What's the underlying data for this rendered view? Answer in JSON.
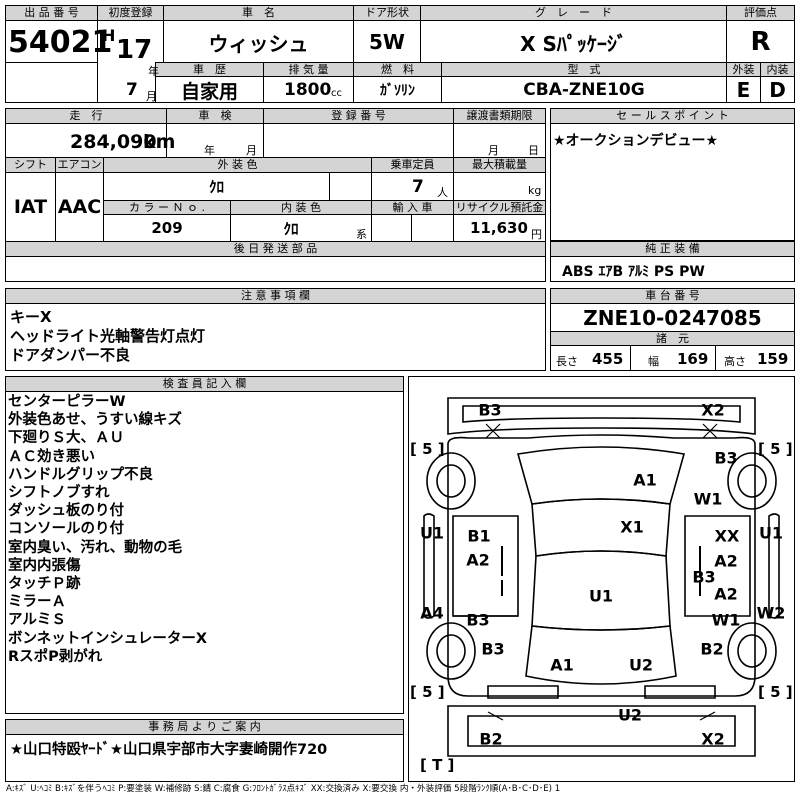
{
  "header": {
    "lot_label": "出 品 番 号",
    "lot_number": "54021",
    "first_reg_label": "初度登録",
    "era": "H",
    "year": "17",
    "year_unit": "年",
    "month": "7",
    "month_unit": "月",
    "name_label": "車　名",
    "car_name": "ウィッシュ",
    "door_label": "ドア形状",
    "door": "5W",
    "grade_label": "グ　レ　ー　ド",
    "grade": "X Sﾊﾟｯｹｰｼﾞ",
    "score_label": "評価点",
    "score": "R",
    "ext_label": "外装",
    "int_label": "内装",
    "ext": "E",
    "int": "D",
    "history_label": "車　歴",
    "history": "自家用",
    "displacement_label": "排 気 量",
    "displacement": "1800",
    "displacement_unit": "cc",
    "fuel_label": "燃　料",
    "fuel": "ｶﾞｿﾘﾝ",
    "model_label": "型　式",
    "model": "CBA-ZNE10G"
  },
  "row2": {
    "mileage_label": "走　行",
    "mileage": "284,090",
    "mileage_unit": "km",
    "inspection_label": "車　検",
    "inspection_year_unit": "年",
    "inspection_month_unit": "月",
    "plate_label": "登 録 番 号",
    "transfer_label": "譲渡書類期限",
    "transfer_month_unit": "月",
    "transfer_day_unit": "日",
    "shift_label": "シフト",
    "shift": "IAT",
    "ac_label": "エアコン",
    "ac": "AAC",
    "color_label": "外 装 色",
    "color": "ｸﾛ",
    "capacity_label": "乗車定員",
    "capacity": "7",
    "capacity_unit": "人",
    "maxload_label": "最大積載量",
    "maxload_unit": "kg",
    "colorno_label": "カ ラ ー Ｎ ｏ .",
    "color_no": "209",
    "interior_label": "内 装 色",
    "interior_color": "ｸﾛ",
    "interior_unit": "系",
    "import_label": "輸 入 車",
    "recycle_label": "リサイクル預託金",
    "recycle": "11,630",
    "recycle_unit": "円",
    "later_parts_label": "後 日 発 送 部 品"
  },
  "sales_point": {
    "label": "セ ー ル ス ポ イ ン ト",
    "text": "★オークションデビュー★"
  },
  "equipment": {
    "label": "純 正 装 備",
    "text": "ABS ｴｱB ｱﾙﾐ PS PW"
  },
  "notes": {
    "label": "注 意 事 項 欄",
    "lines": [
      "キーX",
      "ヘッドライト光軸警告灯点灯",
      "ドアダンパー不良"
    ]
  },
  "chassis": {
    "label": "車 台 番 号",
    "number": "ZNE10-0247085",
    "dims_label": "諸　元",
    "length_label": "長さ",
    "length": "455",
    "width_label": "幅",
    "width": "169",
    "height_label": "高さ",
    "height": "159"
  },
  "inspector": {
    "label": "検 査 員 記 入 欄",
    "lines": [
      "センターピラーW",
      "外装色あせ、うすい線キズ",
      "下廻りＳ大、ＡＵ",
      "ＡＣ効き悪い",
      "ハンドルグリップ不良",
      "シフトノブすれ",
      "ダッシュ板のり付",
      "コンソールのり付",
      "室内臭い、汚れ、動物の毛",
      "室内内張傷",
      "タッチＰ跡",
      "ミラーＡ",
      "アルミＳ",
      "ボンネットインシュレーターX",
      "RスポP剥がれ"
    ]
  },
  "office": {
    "label": "事 務 局 よ り ご 案 内",
    "text": "★山口特殴ﾔｰﾄﾞ★山口県宇部市大字妻崎開作720"
  },
  "diagram": {
    "marks": {
      "b3_top": "B3",
      "x2_top": "X2",
      "b3_rf": "B3",
      "a1_hood": "A1",
      "w1_front": "W1",
      "x1": "X1",
      "u1_left": "U1",
      "u1_right": "U1",
      "b1": "B1",
      "xx": "XX",
      "a2_l": "A2",
      "a2_r1": "A2",
      "b3_r": "B3",
      "a2_r2": "A2",
      "u1_mid": "U1",
      "a4": "A4",
      "w2": "W2",
      "b3_l": "B3",
      "w1_r": "W1",
      "b3_lr": "B3",
      "b2_rr": "B2",
      "a1_rear": "A1",
      "u2_rear": "U2",
      "u2_bottom": "U2",
      "b2_bl": "B2",
      "x2_br": "X2"
    },
    "brackets": {
      "tl": "[ 5 ]",
      "tr": "[ 5 ]",
      "bl": "[ 5 ]",
      "br": "[ 5 ]",
      "bottom": "[ T ]"
    }
  },
  "legend": "A:ｷｽﾞ U:ﾍｺﾐ B:ｷｽﾞを伴うﾍｺﾐ P:要塗装 W:補修跡 S:錆 C:腐食 G:ﾌﾛﾝﾄｶﾞﾗｽ点ｷｽﾞ XX:交換済み X:要交換 内・外装評価 5段階ﾗﾝｸ順(A･B･C･D･E) 1"
}
